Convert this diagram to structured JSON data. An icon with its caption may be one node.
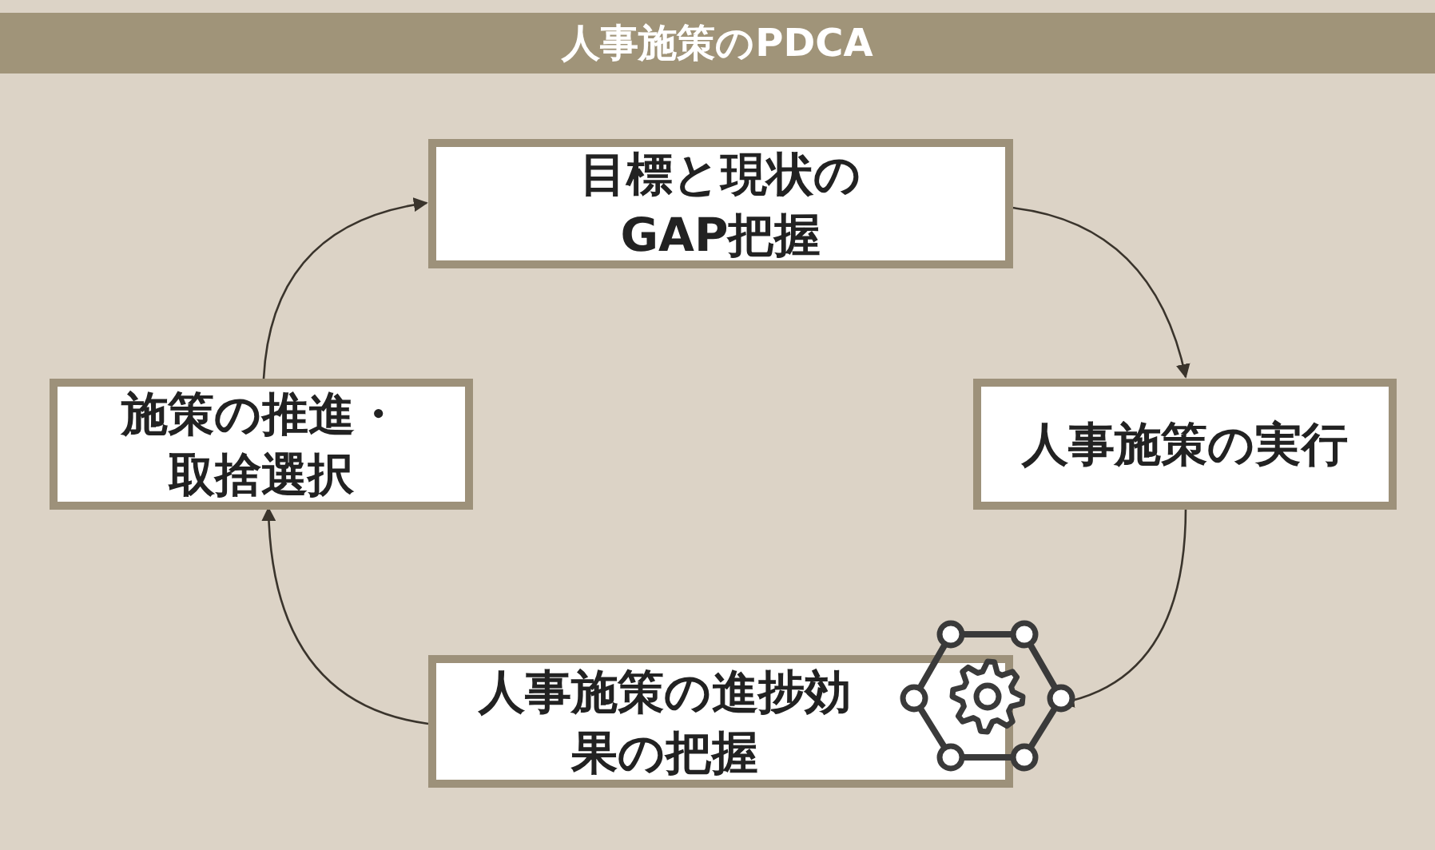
{
  "diagram": {
    "title": "人事施策のPDCA",
    "nodes": [
      {
        "text": [
          "目標と現状のGAP把握"
        ]
      },
      {
        "text": [
          "人事施策の実行"
        ]
      },
      {
        "text": [
          "人事施策の進捗効果の把握"
        ]
      },
      {
        "text": [
          "施策の推進・取捨選択"
        ]
      }
    ],
    "edges": [
      {
        "from": 0,
        "to": 1,
        "arrow": "to"
      },
      {
        "from": 1,
        "to": 2,
        "arrow": "to"
      },
      {
        "from": 2,
        "to": 3,
        "arrow": "to"
      },
      {
        "from": 3,
        "to": 0,
        "arrow": "to"
      }
    ]
  }
}
